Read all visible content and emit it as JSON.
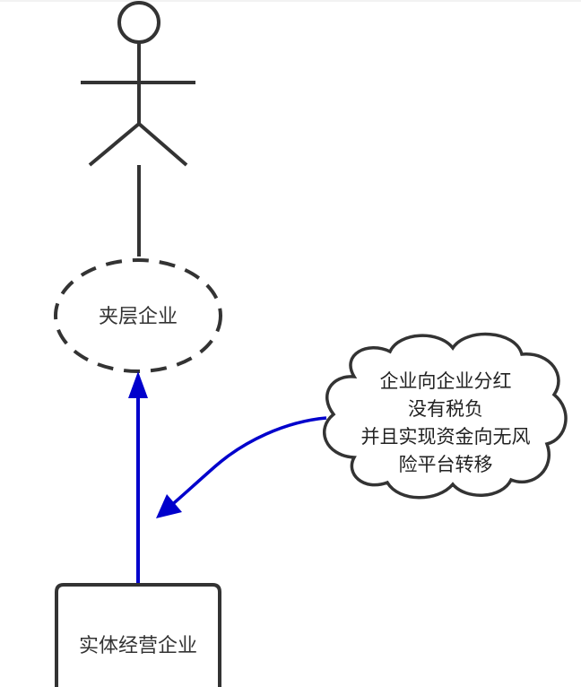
{
  "diagram": {
    "nodes": {
      "intermediate": {
        "label": "夹层企业",
        "shape": "dashed-ellipse"
      },
      "operating": {
        "label": "实体经营企业",
        "shape": "rounded-rect"
      },
      "note": {
        "shape": "cloud",
        "lines": [
          "企业向企业分红",
          "没有税负",
          "并且实现资金向无风",
          "险平台转移"
        ]
      }
    },
    "edges": [
      {
        "from": "operating",
        "to": "intermediate",
        "style": "solid-arrow"
      },
      {
        "from": "note",
        "to": "flow-edge",
        "style": "curved-arrow"
      },
      {
        "from": "actor",
        "to": "intermediate",
        "style": "line"
      }
    ],
    "colors": {
      "arrow": "#0000cc",
      "stroke": "#333333",
      "text": "#333333"
    }
  }
}
